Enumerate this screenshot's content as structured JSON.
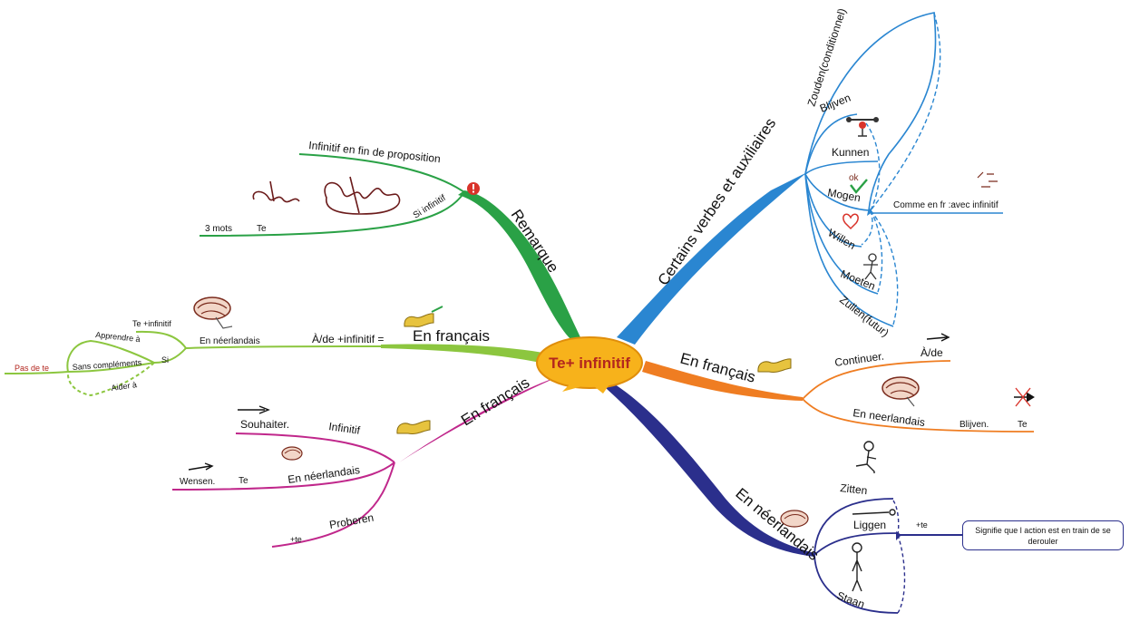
{
  "center": {
    "title": "Te+ infinitif"
  },
  "colors": {
    "green": "#2aa146",
    "lightgreen": "#8cc63f",
    "blue": "#2a86d1",
    "orange": "#ef7d22",
    "navy": "#2b2f8c",
    "magenta": "#c0278b",
    "center_fill": "#f7b21b"
  },
  "remarque": {
    "label": "Remarque",
    "item1": "Infinitif en fin de proposition",
    "item2": "Si infinitif",
    "sub1": "3 mots",
    "sub2": "Te"
  },
  "aux": {
    "label": "Certains verbes et auxiliaires",
    "verbs": [
      "Zouden(conditionnel)",
      "Blijven",
      "Kunnen",
      "Mogen",
      "Willen",
      "Moeten",
      "Zullen(futur)"
    ],
    "note": "Comme en fr :avec infinitif"
  },
  "fr_left": {
    "label": "En français",
    "pre": "À/de +infinitif =",
    "nl": "En néerlandais",
    "te_inf": "Te +infinitif",
    "si": "Si",
    "apprendre": "Apprendre à",
    "sans": "Sans compléments",
    "aider": "Aider à",
    "pas": "Pas de te"
  },
  "fr_right": {
    "label": "En français",
    "continuer": "Continuer.",
    "a_de": "À/de",
    "nl": "En neerlandais",
    "blijven": "Blijven.",
    "te": "Te"
  },
  "fr_bottom": {
    "label": "En français",
    "infinitif": "Infinitif",
    "souhaiter": "Souhaiter.",
    "nl": "En néerlandais",
    "te": "Te",
    "wensen": "Wensen.",
    "proberen": "Proberen",
    "plus_te": "+te"
  },
  "nl_bottom": {
    "label": "En néerlandais",
    "zitten": "Zitten",
    "liggen": "Liggen",
    "staan": "Staan",
    "plus_te": "+te",
    "callout": "Signifie que l action est en train de se derouler"
  },
  "icons": {
    "exclamation": "exclamation-icon",
    "heart": "heart-icon",
    "check": "check-icon",
    "brain": "brain-icon",
    "arrow": "arrow-icon",
    "flag": "flag-icon",
    "stickman": "stickman-icon",
    "handwriting": "handwriting-icon"
  }
}
